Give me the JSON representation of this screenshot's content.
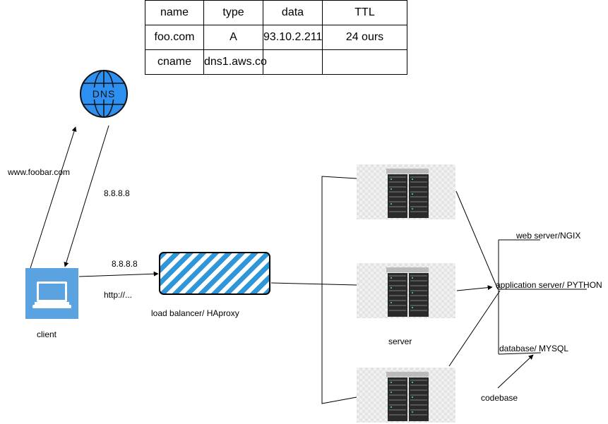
{
  "dns_table": {
    "rows": [
      [
        "name",
        "type",
        "data",
        "TTL"
      ],
      [
        "foo.com",
        "A",
        "93.10.2.211",
        "24 ours"
      ],
      [
        "cname",
        "dns1.aws.co",
        "",
        ""
      ]
    ]
  },
  "dns_icon": {
    "text": "DNS",
    "color": "#2d8ff0"
  },
  "labels": {
    "query": "www.foobar.com",
    "resolver_ip": "8.8.8.8",
    "client_ip": "8.8.8.8",
    "protocol": "http://...",
    "client": "client",
    "load_balancer": "load balancer/ HAproxy",
    "server": "server",
    "web_server": "web server/NGIX",
    "app_server": "application server/ PYTHON",
    "database": "database/ MYSQL",
    "codebase": "codebase"
  },
  "colors": {
    "laptop_bg": "#5ba3e0",
    "lb_stripe": "#2f97d8",
    "server_led": "#3ec06a"
  }
}
